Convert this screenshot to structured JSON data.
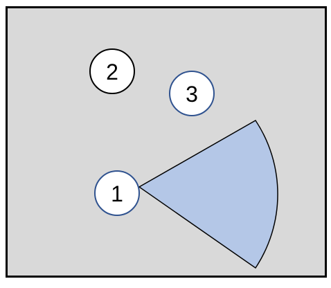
{
  "diagram": {
    "background_color": "#d9d9d9",
    "border_color": "#000000",
    "sector": {
      "fill_color": "#b4c7e7",
      "stroke_color": "#000000"
    },
    "nodes": [
      {
        "id": "node-1",
        "label": "1",
        "stroke_color": "#2f528f",
        "fill_color": "#ffffff"
      },
      {
        "id": "node-2",
        "label": "2",
        "stroke_color": "#000000",
        "fill_color": "#ffffff"
      },
      {
        "id": "node-3",
        "label": "3",
        "stroke_color": "#2f528f",
        "fill_color": "#ffffff"
      }
    ]
  }
}
